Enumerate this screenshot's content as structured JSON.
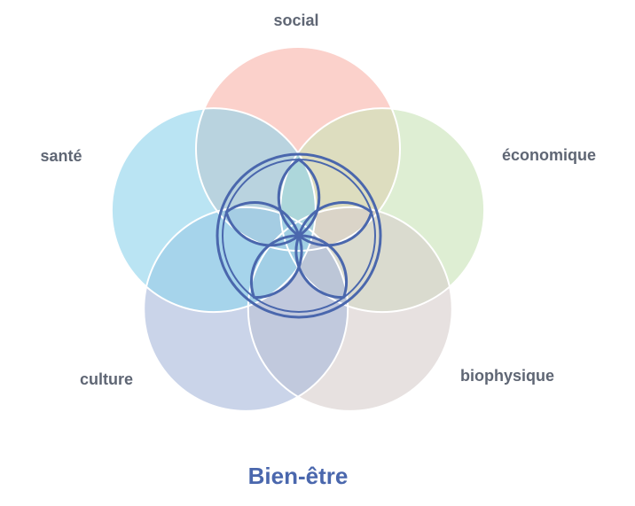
{
  "diagram": {
    "title": "Bien-être",
    "title_color": "#4a67ad",
    "label_color": "#5f6674",
    "emblem_color": "#4a67ad",
    "circles": [
      {
        "label": "social",
        "color": "#f8b5ab"
      },
      {
        "label": "économique",
        "color": "#c9e4b8"
      },
      {
        "label": "biophysique",
        "color": "#d9cfcd"
      },
      {
        "label": "culture",
        "color": "#a9b9dc"
      },
      {
        "label": "santé",
        "color": "#8fd3ec"
      }
    ]
  }
}
